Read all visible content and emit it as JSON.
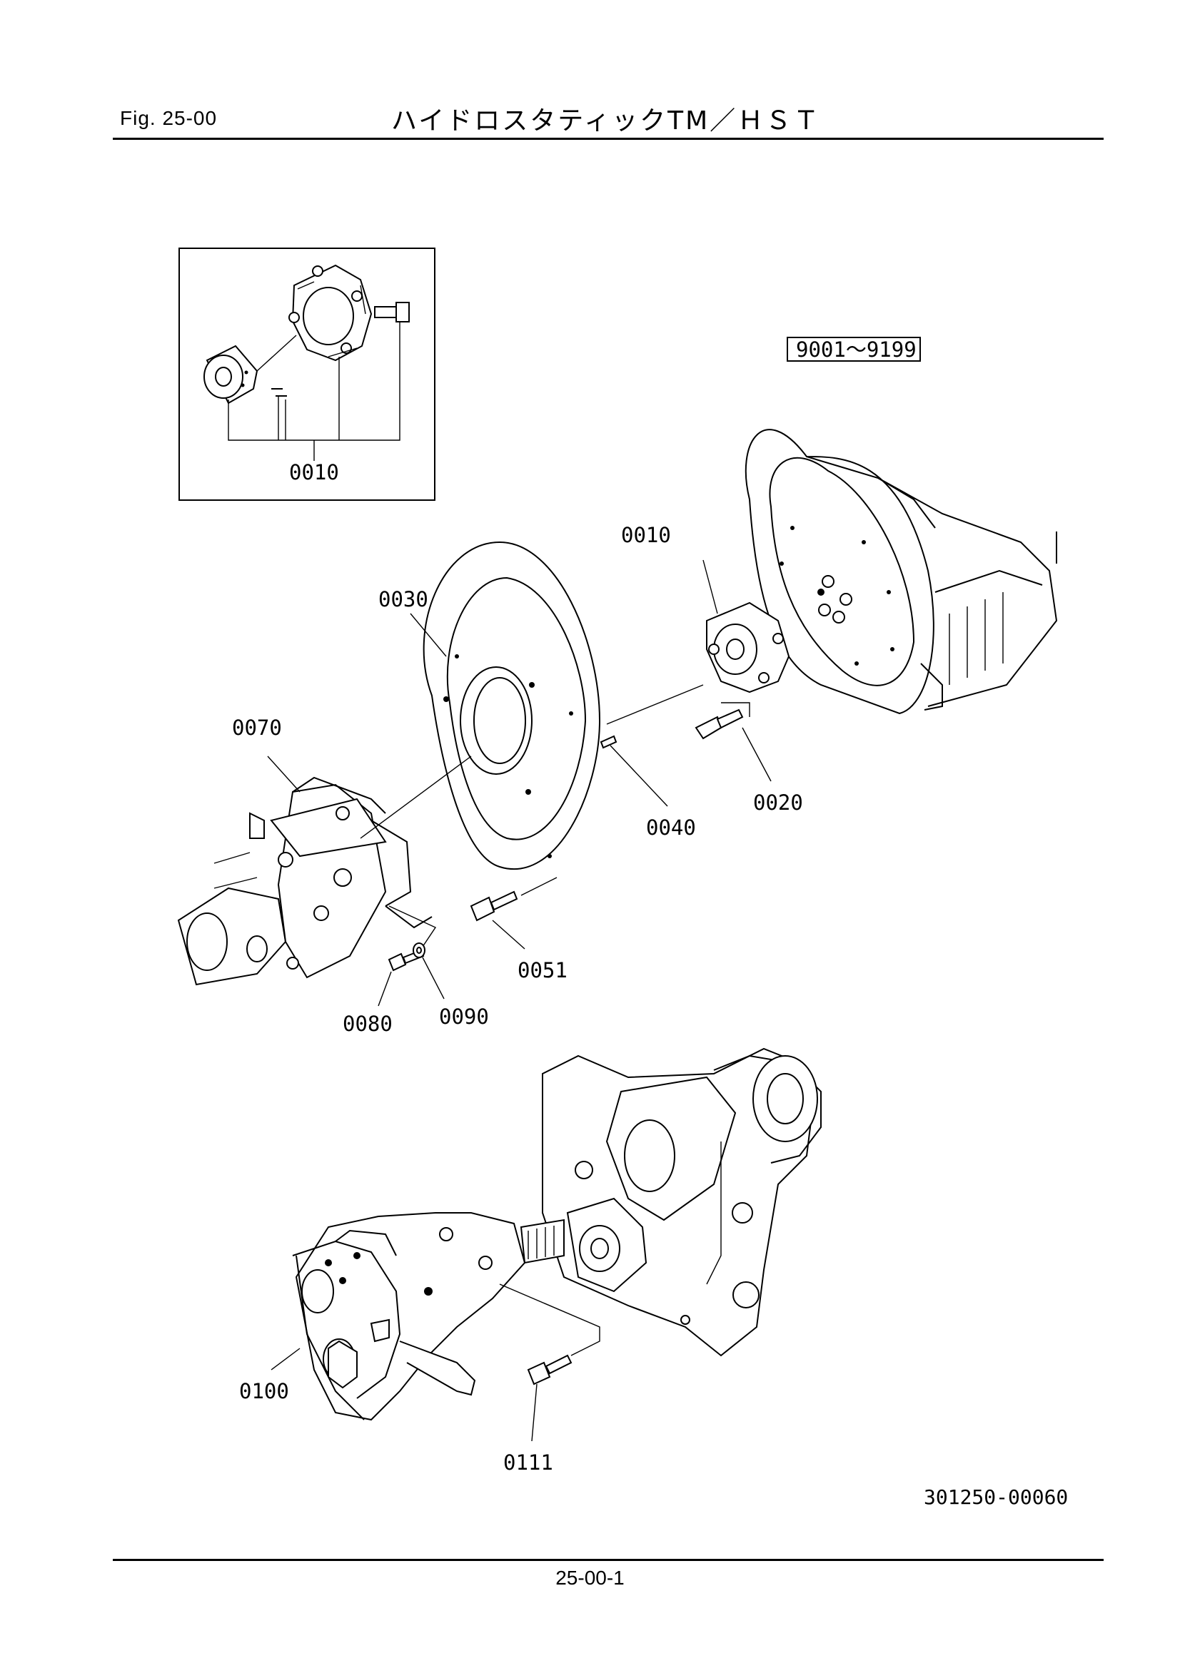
{
  "header": {
    "figure": "Fig.  25-00",
    "title": "ハイドロスタティックTM／ＨＳＴ"
  },
  "serial_range": "9001〜9199",
  "callouts": {
    "inset_0010": "0010",
    "c0010": "0010",
    "c0030": "0030",
    "c0070": "0070",
    "c0040": "0040",
    "c0020": "0020",
    "c0051": "0051",
    "c0080": "0080",
    "c0090": "0090",
    "c0100": "0100",
    "c0111": "0111"
  },
  "document_number": "301250-00060",
  "page_number": "25-00-1"
}
